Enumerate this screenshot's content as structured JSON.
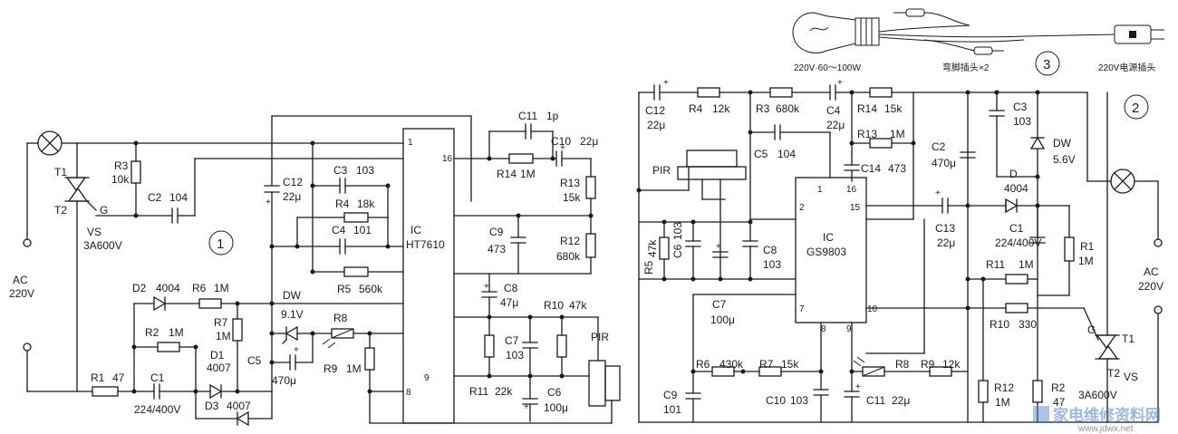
{
  "circuit1": {
    "marker": "1",
    "mains": {
      "line1": "AC",
      "line2": "220V"
    },
    "lamp_triac": {
      "t1": "T1",
      "t2": "T2",
      "gate": "G",
      "name": "VS",
      "part": "3A600V"
    },
    "ic": {
      "line1": "IC",
      "line2": "HT7610",
      "pin1": "1",
      "pin16": "16",
      "pin9": "9",
      "pin8": "8"
    },
    "r3": "R3",
    "r3_val": "10k",
    "c2": "C2",
    "c2_val": "104",
    "c12": "C12",
    "c12_val": "22μ",
    "c3": "C3",
    "c3_val": "103",
    "r4": "R4",
    "r4_val": "18k",
    "c4": "C4",
    "c4_val": "101",
    "r5": "R5",
    "r5_val": "560k",
    "c11": "C11",
    "c11_val": "1p",
    "c10": "C10",
    "c10_val": "22μ",
    "r14": "R14",
    "r14_val": "1M",
    "r13": "R13",
    "r13_val": "15k",
    "c9": "C9",
    "c9_val": "473",
    "r12": "R12",
    "r12_val": "680k",
    "c8": "C8",
    "c8_val": "47μ",
    "r10": "R10",
    "r10_val": "47k",
    "c7": "C7",
    "c7_val": "103",
    "pir": "PIR",
    "r11": "R11",
    "r11_val": "22k",
    "c6": "C6",
    "c6_val": "100μ",
    "d2": "D2",
    "d2_val": "4004",
    "r6": "R6",
    "r6_val": "1M",
    "dw": "DW",
    "dw_val": "9.1V",
    "r8": "R8",
    "r2": "R2",
    "r2_val": "1M",
    "r7": "R7",
    "r7_val": "1M",
    "d1": "D1",
    "d1_val": "4007",
    "c5": "C5",
    "c5_val": "470μ",
    "r9": "R9",
    "r9_val": "1M",
    "r1": "R1",
    "r1_val": "47",
    "c1": "C1",
    "c1_val": "224/400V",
    "d3": "D3",
    "d3_val": "4007"
  },
  "circuit2": {
    "marker": "2",
    "mains": {
      "line1": "AC",
      "line2": "220V"
    },
    "ic": {
      "line1": "IC",
      "line2": "GS9803",
      "pin1": "1",
      "pin16": "16",
      "pin2": "2",
      "pin15": "15",
      "pin7": "7",
      "pin8": "8",
      "pin9": "9",
      "pin10": "10"
    },
    "c12": "C12",
    "c12_val": "22μ",
    "r4": "R4",
    "r4_val": "12k",
    "r3": "R3",
    "r3_val": "680k",
    "c4": "C4",
    "c4_val": "22μ",
    "r14": "R14",
    "r14_val": "15k",
    "r13": "R13",
    "r13_val": "1M",
    "c14": "C14",
    "c14_val": "473",
    "c5": "C5",
    "c5_val": "104",
    "pir": "PIR",
    "r5": "R5",
    "r5_val": "47k",
    "c6": "C6",
    "c6_val": "103",
    "c8": "C8",
    "c8_val": "103",
    "c7": "C7",
    "c7_val": "100μ",
    "r6": "R6",
    "r6_val": "430k",
    "r7": "R7",
    "r7_val": "15k",
    "c9": "C9",
    "c9_val": "101",
    "c10": "C10",
    "c10_val": "103",
    "c11": "C11",
    "c11_val": "22μ",
    "r8": "R8",
    "r9": "R9",
    "r9_val": "12k",
    "c2": "C2",
    "c2_val": "470μ",
    "c3": "C3",
    "c3_val": "103",
    "dw": "DW",
    "dw_val": "5.6V",
    "d": "D",
    "d_val": "4004",
    "c13": "C13",
    "c13_val": "22μ",
    "c1": "C1",
    "c1_val": "224/400V",
    "r1": "R1",
    "r1_val": "1M",
    "r11": "R11",
    "r11_val": "1M",
    "r10": "R10",
    "r10_val": "330",
    "r12": "R12",
    "r12_val": "1M",
    "r2": "R2",
    "r2_val": "47",
    "triac": {
      "t1": "T1",
      "t2": "T2",
      "gate": "G",
      "name": "VS",
      "part": "3A600V"
    }
  },
  "accessory": {
    "marker": "3",
    "lamp_label": "220V·60～100W",
    "clip_label": "弯脚插头×2",
    "plug_label": "220V电源插头"
  },
  "watermark": {
    "text": "家电维修资料网",
    "url": "www.jdwx.net"
  }
}
